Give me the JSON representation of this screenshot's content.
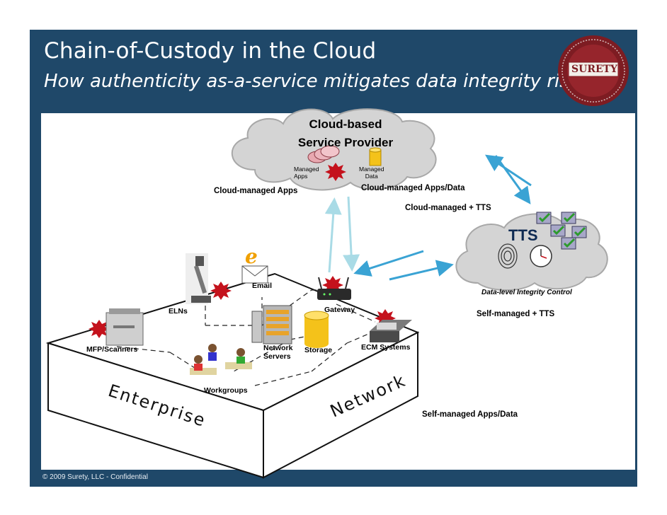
{
  "title": "Chain-of-Custody in the Cloud",
  "subtitle": "How authenticity as-a-service mitigates data integrity risk",
  "footer": "© 2009 Surety, LLC - Confidential",
  "logo_text": "SURETY",
  "cloud": {
    "title_line1": "Cloud-based",
    "title_line2": "Service Provider",
    "managed_apps": "Managed\nApps",
    "managed_data": "Managed\nData"
  },
  "labels": {
    "cloud_managed_apps": "Cloud-managed Apps",
    "cloud_managed_apps_data": "Cloud-managed Apps/Data",
    "cloud_managed_tts": "Cloud-managed + TTS",
    "tts": "TTS",
    "data_level_integrity": "Data-level Integrity Control",
    "self_managed_tts": "Self-managed + TTS",
    "self_managed_apps_data": "Self-managed Apps/Data",
    "email": "Email",
    "gateway": "Gateway",
    "elns": "ELNs",
    "mfp_scanners": "MFP/Scanners",
    "network_servers": "Network\nServers",
    "storage": "Storage",
    "ecm_systems": "ECM Systems",
    "workgroups": "Workgroups",
    "enterprise": "Enterprise",
    "network": "Network"
  },
  "colors": {
    "slide_bg": "#1f4869",
    "arrow_blue": "#3aa3d4",
    "arrow_light": "#a9dbe6",
    "burst_red": "#c4121c",
    "cloud_fill": "#d4d4d4"
  }
}
